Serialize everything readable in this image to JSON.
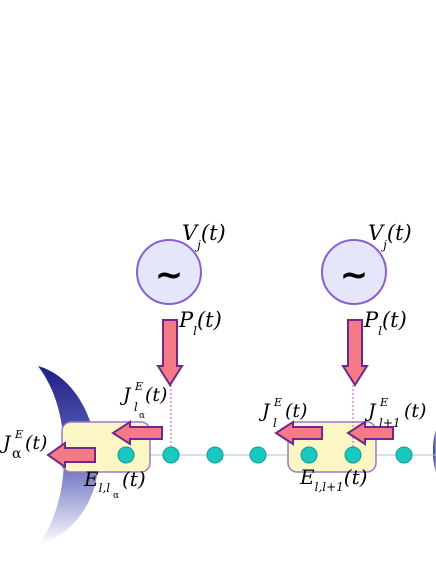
{
  "colors": {
    "source_fill": "#e6e6fb",
    "source_stroke": "#8a5fd0",
    "box_fill": "#fbf6c3",
    "box_stroke": "#9a78cc",
    "arrow_fill": "#f47b86",
    "arrow_stroke": "#6d2a8c",
    "site_fill": "#19c8c0",
    "site_stroke": "#119a94",
    "chain_line": "#a9c3cf",
    "reservoir_dark": "#1d1f86",
    "reservoir_light": "#ffffff"
  },
  "icons": {
    "source": "sine-wave-tilde-icon"
  },
  "sources": [
    {
      "symbol": "~",
      "label_main": "V",
      "label_sub": "j",
      "label_arg": "(t)",
      "power_main": "P",
      "power_sub": "l",
      "power_arg": "(t)"
    },
    {
      "symbol": "~",
      "label_main": "V",
      "label_sub": "j",
      "label_arg": "(t)",
      "power_main": "P",
      "power_sub": "l",
      "power_arg": "(t)"
    }
  ],
  "currents": {
    "left_reservoir": {
      "main": "J",
      "sup": "E",
      "sub": "α",
      "arg": "(t)"
    },
    "left_inner": {
      "main": "J",
      "sup": "E",
      "sub": "l",
      "subsub": "α",
      "arg": "(t)"
    },
    "right_left": {
      "main": "J",
      "sup": "E",
      "sub": "l",
      "arg": "(t)"
    },
    "right_right": {
      "main": "J",
      "sup": "E",
      "sub": "l+1",
      "arg": "(t)"
    }
  },
  "boxes": [
    {
      "main": "E",
      "sub": "l,l",
      "subsub": "α",
      "arg": "(t)"
    },
    {
      "main": "E",
      "sub": "l,l+1",
      "arg": "(t)"
    }
  ]
}
